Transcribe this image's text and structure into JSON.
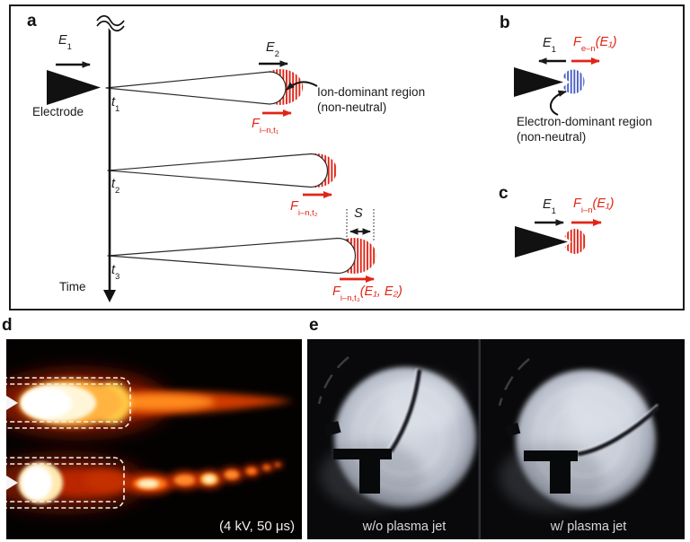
{
  "colors": {
    "ink": "#1a1a1a",
    "ion_red": "#e02517",
    "electron_blue": "#4a5ec4"
  },
  "panels": {
    "a": {
      "label": "a",
      "electrode": "Electrode",
      "time": "Time",
      "e1": {
        "base": "E",
        "sub": "1"
      },
      "e2": {
        "base": "E",
        "sub": "2"
      },
      "t1": {
        "base": "t",
        "sub": "1"
      },
      "t2": {
        "base": "t",
        "sub": "2"
      },
      "t3": {
        "base": "t",
        "sub": "3"
      },
      "f_t1": {
        "base": "F",
        "sub": "i–n,t₁"
      },
      "f_t2": {
        "base": "F",
        "sub": "i–n,t₂"
      },
      "f_t3": {
        "base": "F",
        "sub": "i–n,t₃",
        "args": "(E₁, E₂)"
      },
      "s": "S",
      "ion_region_line1": "Ion-dominant region",
      "ion_region_line2": "(non-neutral)"
    },
    "b": {
      "label": "b",
      "e1": {
        "base": "E",
        "sub": "1"
      },
      "f_en": {
        "base": "F",
        "sub": "e–n",
        "args": "(E₁)"
      },
      "region_line1": "Electron-dominant region",
      "region_line2": "(non-neutral)"
    },
    "c": {
      "label": "c",
      "e1": {
        "base": "E",
        "sub": "1"
      },
      "f_in": {
        "base": "F",
        "sub": "i–n",
        "args": "(E₁)"
      }
    },
    "d": {
      "label": "d",
      "caption": "(4 kV, 50 μs)"
    },
    "e": {
      "label": "e",
      "caption_left": "w/o plasma jet",
      "caption_right": "w/ plasma jet"
    }
  }
}
